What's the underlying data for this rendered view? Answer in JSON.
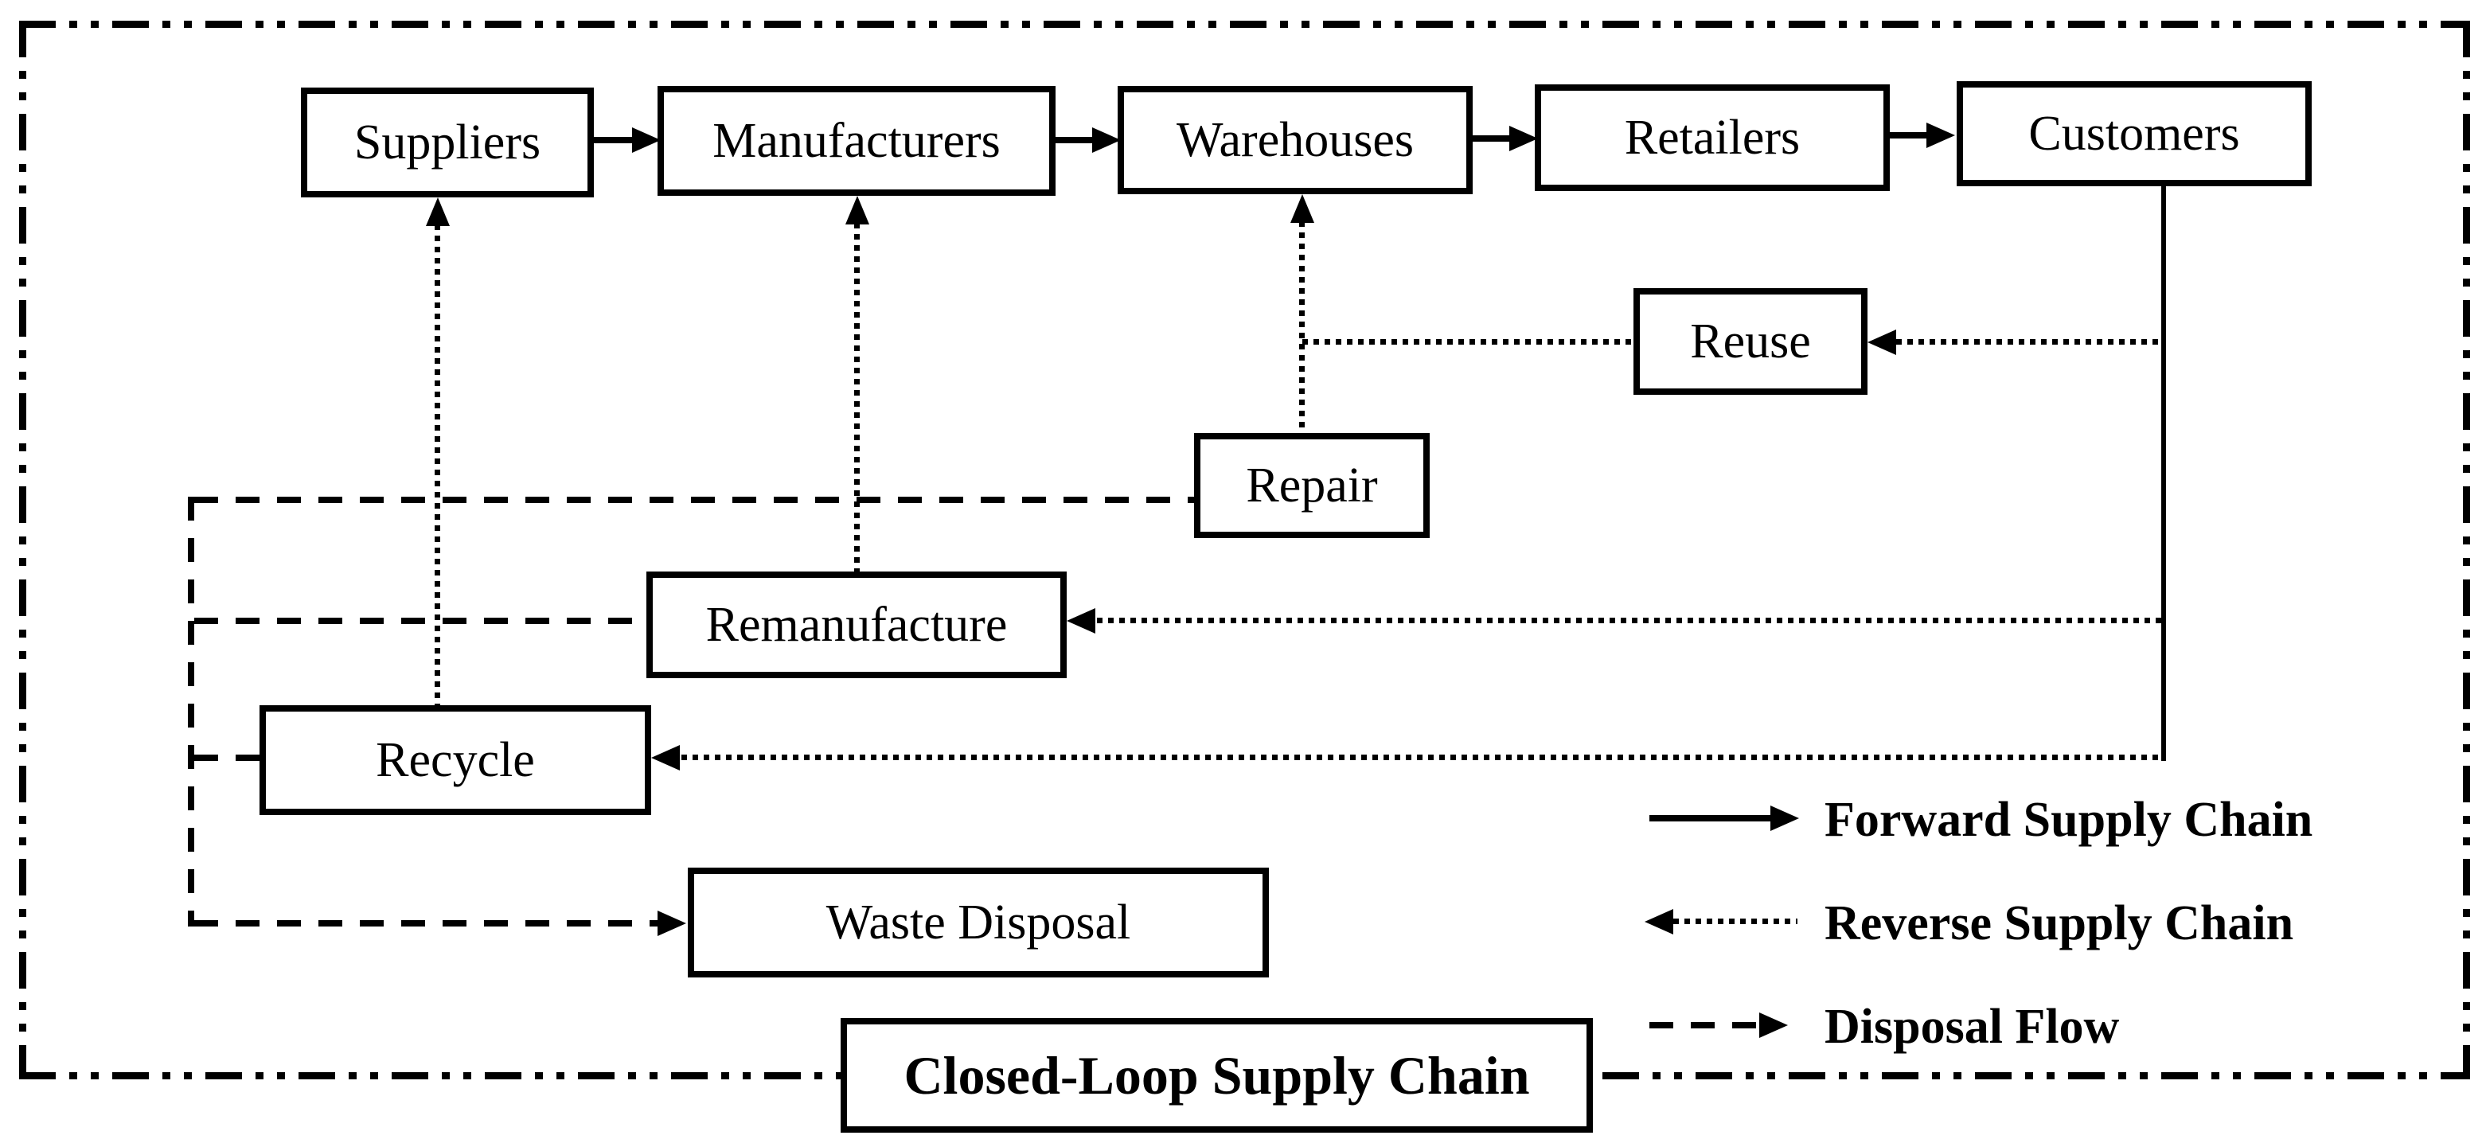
{
  "title": {
    "label": "Closed-Loop Supply Chain"
  },
  "nodes": {
    "suppliers": {
      "label": "Suppliers"
    },
    "manufacturers": {
      "label": "Manufacturers"
    },
    "warehouses": {
      "label": "Warehouses"
    },
    "retailers": {
      "label": "Retailers"
    },
    "customers": {
      "label": "Customers"
    },
    "reuse": {
      "label": "Reuse"
    },
    "repair": {
      "label": "Repair"
    },
    "remanufacture": {
      "label": "Remanufacture"
    },
    "recycle": {
      "label": "Recycle"
    },
    "waste_disposal": {
      "label": "Waste Disposal"
    }
  },
  "legend": {
    "forward": {
      "label": "Forward Supply Chain",
      "line_style": "solid",
      "arrow_direction": "right"
    },
    "reverse": {
      "label": "Reverse Supply Chain",
      "line_style": "dotted",
      "arrow_direction": "left"
    },
    "disposal": {
      "label": "Disposal Flow",
      "line_style": "dashed",
      "arrow_direction": "right"
    }
  },
  "flows": {
    "forward": [
      [
        "suppliers",
        "manufacturers"
      ],
      [
        "manufacturers",
        "warehouses"
      ],
      [
        "warehouses",
        "retailers"
      ],
      [
        "retailers",
        "customers"
      ]
    ],
    "reverse": [
      [
        "customers",
        "reuse"
      ],
      [
        "reuse",
        "warehouses"
      ],
      [
        "repair",
        "warehouses"
      ],
      [
        "customers",
        "remanufacture"
      ],
      [
        "remanufacture",
        "manufacturers"
      ],
      [
        "customers",
        "recycle"
      ],
      [
        "recycle",
        "suppliers"
      ]
    ],
    "disposal": [
      [
        "repair",
        "waste_disposal"
      ],
      [
        "remanufacture",
        "waste_disposal"
      ],
      [
        "recycle",
        "waste_disposal"
      ]
    ]
  },
  "colors": {
    "ink": "#000000",
    "background": "#ffffff"
  }
}
